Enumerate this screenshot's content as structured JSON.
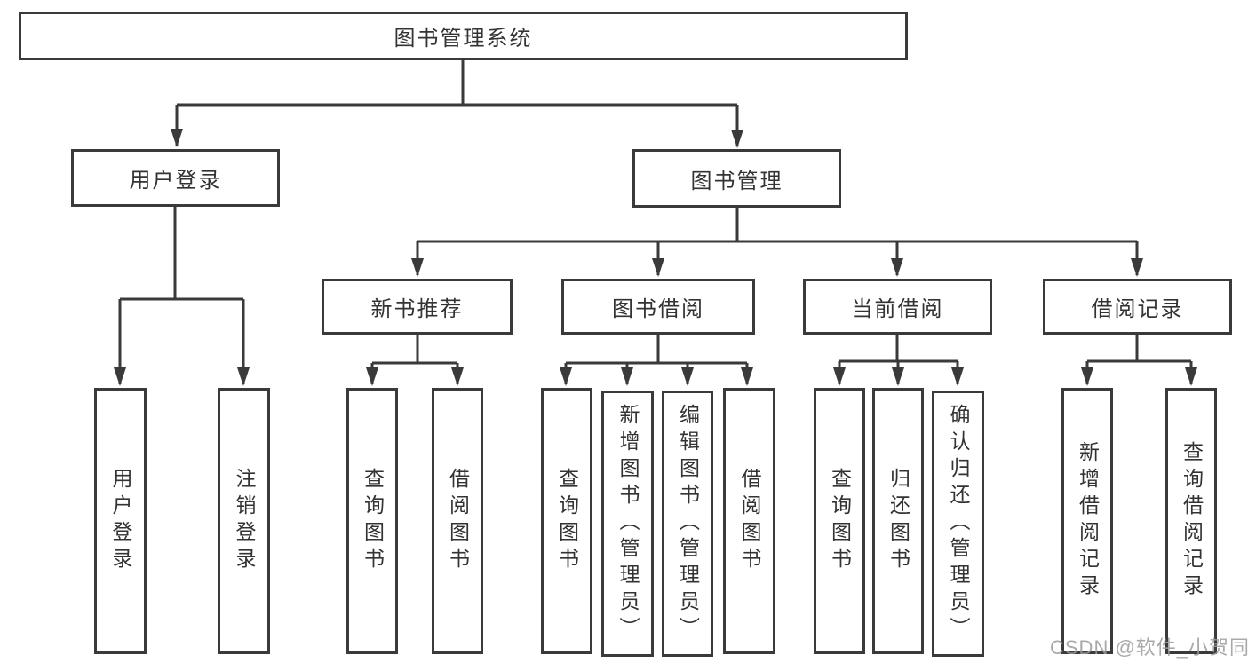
{
  "diagram": {
    "root": {
      "label": "图书管理系统"
    },
    "level2": {
      "user_login": {
        "label": "用户登录"
      },
      "book_management": {
        "label": "图书管理"
      }
    },
    "level3": {
      "new_book_recommend": {
        "label": "新书推荐"
      },
      "book_borrowing": {
        "label": "图书借阅"
      },
      "current_borrowing": {
        "label": "当前借阅"
      },
      "borrowing_records": {
        "label": "借阅记录"
      }
    },
    "level4": {
      "user_login": {
        "label": "用户登录"
      },
      "logout_login": {
        "label": "注销登录"
      },
      "nbr_query_books": {
        "label": "查询图书"
      },
      "nbr_borrow_books": {
        "label": "借阅图书"
      },
      "bb_query_books": {
        "label": "查询图书"
      },
      "bb_add_books": {
        "label": "新增图书（管理员）"
      },
      "bb_edit_books": {
        "label": "编辑图书（管理员）"
      },
      "bb_borrow_books": {
        "label": "借阅图书"
      },
      "cb_query_books": {
        "label": "查询图书"
      },
      "cb_return_books": {
        "label": "归还图书"
      },
      "cb_confirm_return": {
        "label": "确认归还（管理员）"
      },
      "br_add_record": {
        "label": "新增借阅记录"
      },
      "br_query_record": {
        "label": "查询借阅记录"
      }
    }
  },
  "watermark": {
    "text": "CSDN @软件_小贺同学"
  },
  "colors": {
    "line": "#3a3a3a",
    "text": "#333333",
    "watermark": "#9b9b9b",
    "background": "#ffffff"
  }
}
